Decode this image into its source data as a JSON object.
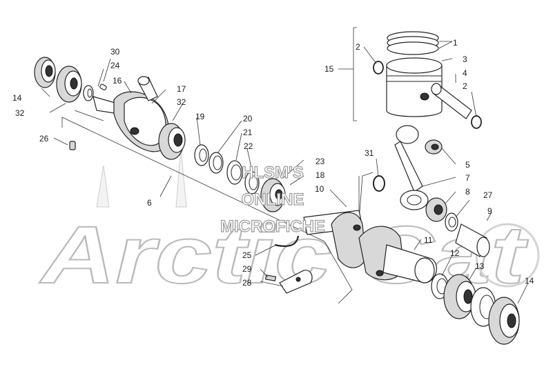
{
  "watermark": {
    "line1": "HLSM'S",
    "line2": "ONLINE",
    "line3": "MICROFICHE"
  },
  "logo": {
    "text": "Arctic Cat"
  },
  "callouts": [
    {
      "id": "c1",
      "label": "1"
    },
    {
      "id": "c2a",
      "label": "2"
    },
    {
      "id": "c2b",
      "label": "2"
    },
    {
      "id": "c3",
      "label": "3"
    },
    {
      "id": "c4",
      "label": "4"
    },
    {
      "id": "c5",
      "label": "5"
    },
    {
      "id": "c6",
      "label": "6"
    },
    {
      "id": "c7",
      "label": "7"
    },
    {
      "id": "c8",
      "label": "8"
    },
    {
      "id": "c9",
      "label": "9"
    },
    {
      "id": "c10",
      "label": "10"
    },
    {
      "id": "c11",
      "label": "11"
    },
    {
      "id": "c12",
      "label": "12"
    },
    {
      "id": "c13",
      "label": "13"
    },
    {
      "id": "c14a",
      "label": "14"
    },
    {
      "id": "c14b",
      "label": "14"
    },
    {
      "id": "c15",
      "label": "15"
    },
    {
      "id": "c16",
      "label": "16"
    },
    {
      "id": "c17",
      "label": "17"
    },
    {
      "id": "c18",
      "label": "18"
    },
    {
      "id": "c19",
      "label": "19"
    },
    {
      "id": "c20",
      "label": "20"
    },
    {
      "id": "c21",
      "label": "21"
    },
    {
      "id": "c22",
      "label": "22"
    },
    {
      "id": "c23",
      "label": "23"
    },
    {
      "id": "c24",
      "label": "24"
    },
    {
      "id": "c25",
      "label": "25"
    },
    {
      "id": "c26",
      "label": "26"
    },
    {
      "id": "c27",
      "label": "27"
    },
    {
      "id": "c28",
      "label": "28"
    },
    {
      "id": "c29",
      "label": "29"
    },
    {
      "id": "c30",
      "label": "30"
    },
    {
      "id": "c31",
      "label": "31"
    },
    {
      "id": "c32a",
      "label": "32"
    },
    {
      "id": "c32b",
      "label": "32"
    }
  ]
}
